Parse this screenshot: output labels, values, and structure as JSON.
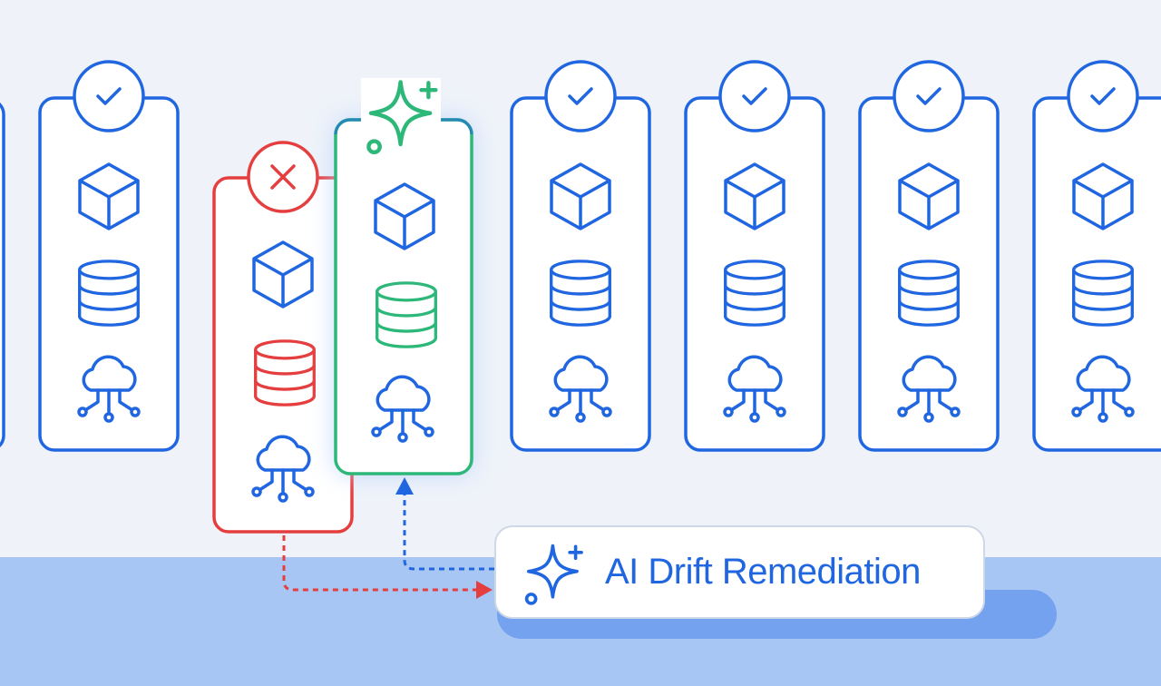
{
  "colors": {
    "background": "#eff3f9",
    "ground": "#a8c6f4",
    "ground_shadow": "#74a2ef",
    "healthy": "#1f66e0",
    "drifted": "#e53e3e",
    "remediated": "#2db87a",
    "card_fill": "#ffffff"
  },
  "diagram": {
    "title_label": "AI Drift Remediation",
    "nodes": [
      {
        "id": "server-partial-left",
        "state": "healthy",
        "status_icon": "none"
      },
      {
        "id": "server-1",
        "state": "healthy",
        "status_icon": "check-icon"
      },
      {
        "id": "server-drifted",
        "state": "drifted",
        "status_icon": "x-icon"
      },
      {
        "id": "server-remediated",
        "state": "remediated",
        "status_icon": "sparkle-icon"
      },
      {
        "id": "server-2",
        "state": "healthy",
        "status_icon": "check-icon"
      },
      {
        "id": "server-3",
        "state": "healthy",
        "status_icon": "check-icon"
      },
      {
        "id": "server-4",
        "state": "healthy",
        "status_icon": "check-icon"
      },
      {
        "id": "server-5",
        "state": "healthy",
        "status_icon": "check-icon"
      }
    ],
    "card_icons": [
      "cube-icon",
      "database-icon",
      "cloud-network-icon"
    ],
    "edges": [
      {
        "from": "server-drifted",
        "to": "ai-drift-remediation",
        "style": "dashed",
        "color": "drifted"
      },
      {
        "from": "ai-drift-remediation",
        "to": "server-remediated",
        "style": "dashed",
        "color": "healthy"
      }
    ]
  }
}
